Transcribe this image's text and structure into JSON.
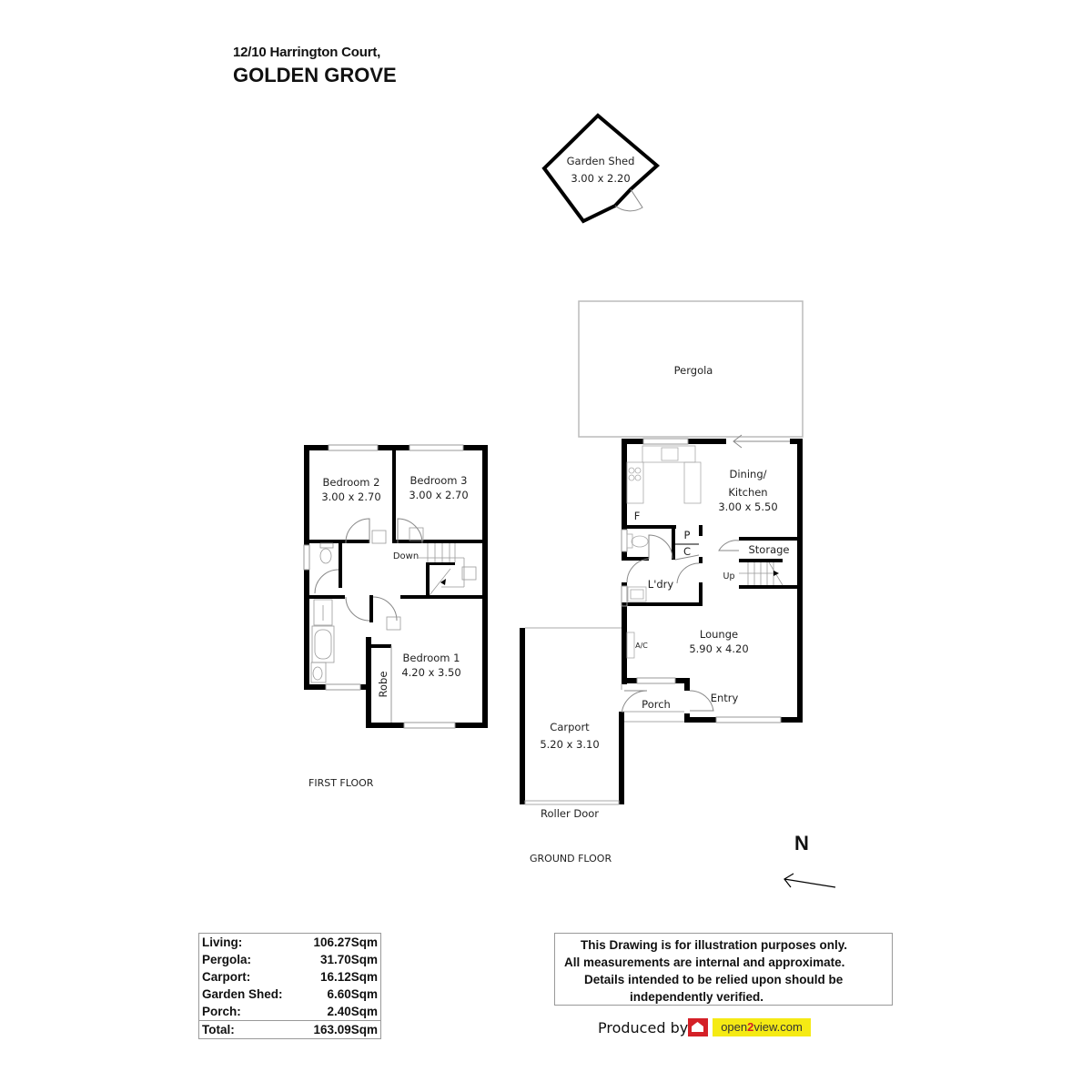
{
  "header": {
    "address": "12/10 Harrington Court,",
    "suburb": "GOLDEN GROVE"
  },
  "rooms": {
    "garden_shed": {
      "name": "Garden Shed",
      "dims": "3.00 x 2.20"
    },
    "pergola": {
      "name": "Pergola"
    },
    "bedroom2": {
      "name": "Bedroom 2",
      "dims": "3.00 x 2.70"
    },
    "bedroom3": {
      "name": "Bedroom 3",
      "dims": "3.00 x 2.70"
    },
    "bedroom1": {
      "name": "Bedroom 1",
      "dims": "4.20 x 3.50"
    },
    "robe": {
      "name": "Robe"
    },
    "down": {
      "name": "Down"
    },
    "dining_kitchen": {
      "name_line1": "Dining/",
      "name_line2": "Kitchen",
      "dims": "3.00 x 5.50"
    },
    "fridge": {
      "name": "F"
    },
    "pantry": {
      "name": "P"
    },
    "cupboard": {
      "name": "C"
    },
    "storage": {
      "name": "Storage"
    },
    "up": {
      "name": "Up"
    },
    "laundry": {
      "name": "L'dry"
    },
    "lounge": {
      "name": "Lounge",
      "dims": "5.90 x 4.20"
    },
    "ac": {
      "name": "A/C"
    },
    "porch": {
      "name": "Porch"
    },
    "entry": {
      "name": "Entry"
    },
    "carport": {
      "name": "Carport",
      "dims": "5.20 x 3.10"
    },
    "roller_door": {
      "name": "Roller Door"
    }
  },
  "floors": {
    "first": "FIRST FLOOR",
    "ground": "GROUND FLOOR"
  },
  "compass": {
    "label": "N"
  },
  "areas": {
    "rows": [
      {
        "label": "Living:",
        "value": "106.27Sqm"
      },
      {
        "label": "Pergola:",
        "value": "31.70Sqm"
      },
      {
        "label": "Carport:",
        "value": "16.12Sqm"
      },
      {
        "label": "Garden Shed:",
        "value": "6.60Sqm"
      },
      {
        "label": "Porch:",
        "value": "2.40Sqm"
      }
    ],
    "total": {
      "label": "Total:",
      "value": "163.09Sqm"
    }
  },
  "disclaimer": {
    "line1": "This Drawing is for illustration purposes only.",
    "line2": "All measurements are internal and approximate.",
    "line3": "Details intended to be relied upon should be",
    "line4": "independently verified."
  },
  "footer": {
    "produced_by": "Produced by",
    "logo_pre": "open",
    "logo_two": "2",
    "logo_post": "view.com"
  }
}
